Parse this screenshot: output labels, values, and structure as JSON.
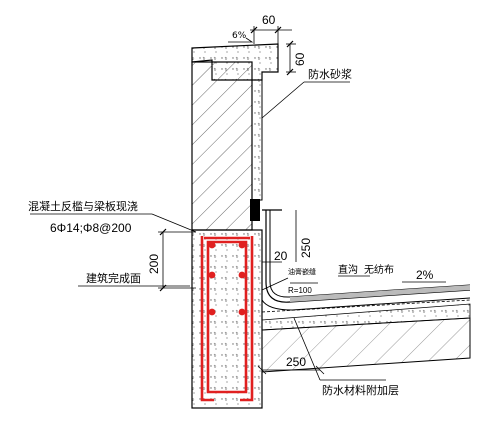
{
  "annotations": {
    "slope_top": "6%",
    "dim_60_horizontal": "60",
    "dim_60_vertical": "60",
    "waterproof_mortar": "防水砂浆",
    "concrete_kerb": "混凝土反槛与梁板现浇",
    "rebar": "6Φ14;Φ8@200",
    "dim_200": "200",
    "dim_20": "20",
    "dim_250_vertical": "250",
    "metal_strip": "油膏嵌缝",
    "radius": "R=100",
    "straight_gutter": "直沟",
    "nonwoven": "无纺布",
    "slope_roof": "2%",
    "finished_surface": "建筑完成面",
    "dim_250_horizontal": "250",
    "waterproof_additional": "防水材料附加层"
  },
  "colors": {
    "line": "#000000",
    "rebar": "#e02020",
    "hatch": "#444444",
    "dots": "#666666"
  }
}
